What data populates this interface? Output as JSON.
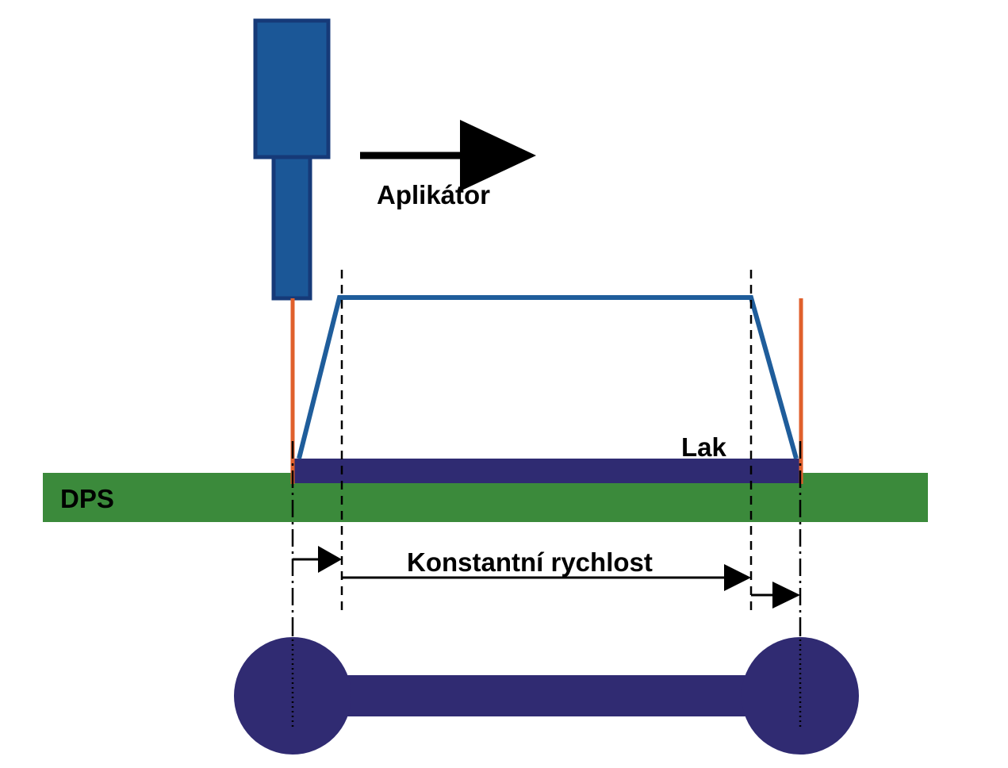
{
  "labels": {
    "applicator": "Aplikátor",
    "lacquer": "Lak",
    "board": "DPS",
    "constant_speed": "Konstantní rychlost"
  },
  "colors": {
    "applicator_fill": "#1b5797",
    "applicator_outline": "#163a78",
    "profile_line": "#1f5d9b",
    "edge_line": "#e0602c",
    "lacquer": "#2f2b72",
    "board": "#3b8a3b",
    "dumbbell": "#302b72",
    "ink": "#000000"
  }
}
